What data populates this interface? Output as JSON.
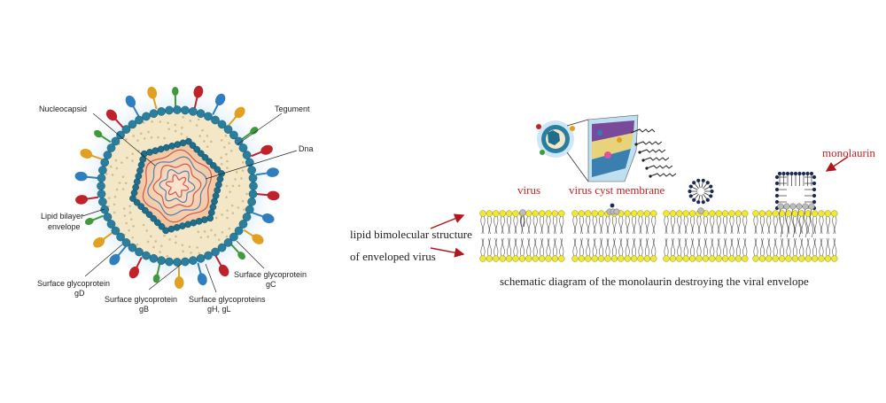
{
  "virion": {
    "labels": {
      "nucleocapsid": "Nucleocapsid",
      "tegument": "Tegument",
      "dna": "Dna",
      "lipid_1": "Lipid bilayer",
      "lipid_2": "envelope",
      "gd_1": "Surface glycoprotein",
      "gd_2": "gD",
      "gb_1": "Surface glycoprotein",
      "gb_2": "gB",
      "ghgl_1": "Surface glycoproteins",
      "ghgl_2": "gH, gL",
      "gc_1": "Surface glycoprotein",
      "gc_2": "gC"
    },
    "colors": {
      "envelope_bead": "#2a7f9e",
      "capsid_bead": "#1f6f8c",
      "glow": "#cfe6f6",
      "tegument": "#f4e7c8",
      "core": "#f2c9a4",
      "dna_red": "#c8413a",
      "dna_blue": "#3b6ea8",
      "gp_red": "#c0222a",
      "gp_blue": "#2f7fc0",
      "gp_orange": "#e0a020",
      "gp_green": "#3e9a3a"
    }
  },
  "mechanism": {
    "labels": {
      "virus": "virus",
      "cyst": "virus cyst membrane",
      "monolaurin": "monolaurin",
      "lipid_line1": "lipid bimolecular structure",
      "lipid_line2": "of enveloped virus",
      "caption": "schematic diagram of the monolaurin destroying the viral envelope"
    },
    "colors": {
      "head": "#f2e832",
      "head_stroke": "#8a8a20",
      "virus_head": "#bcbcbc",
      "mono_head": "#1e2a55",
      "arrow": "#b3151b",
      "label_red": "#cc1f1f"
    }
  }
}
